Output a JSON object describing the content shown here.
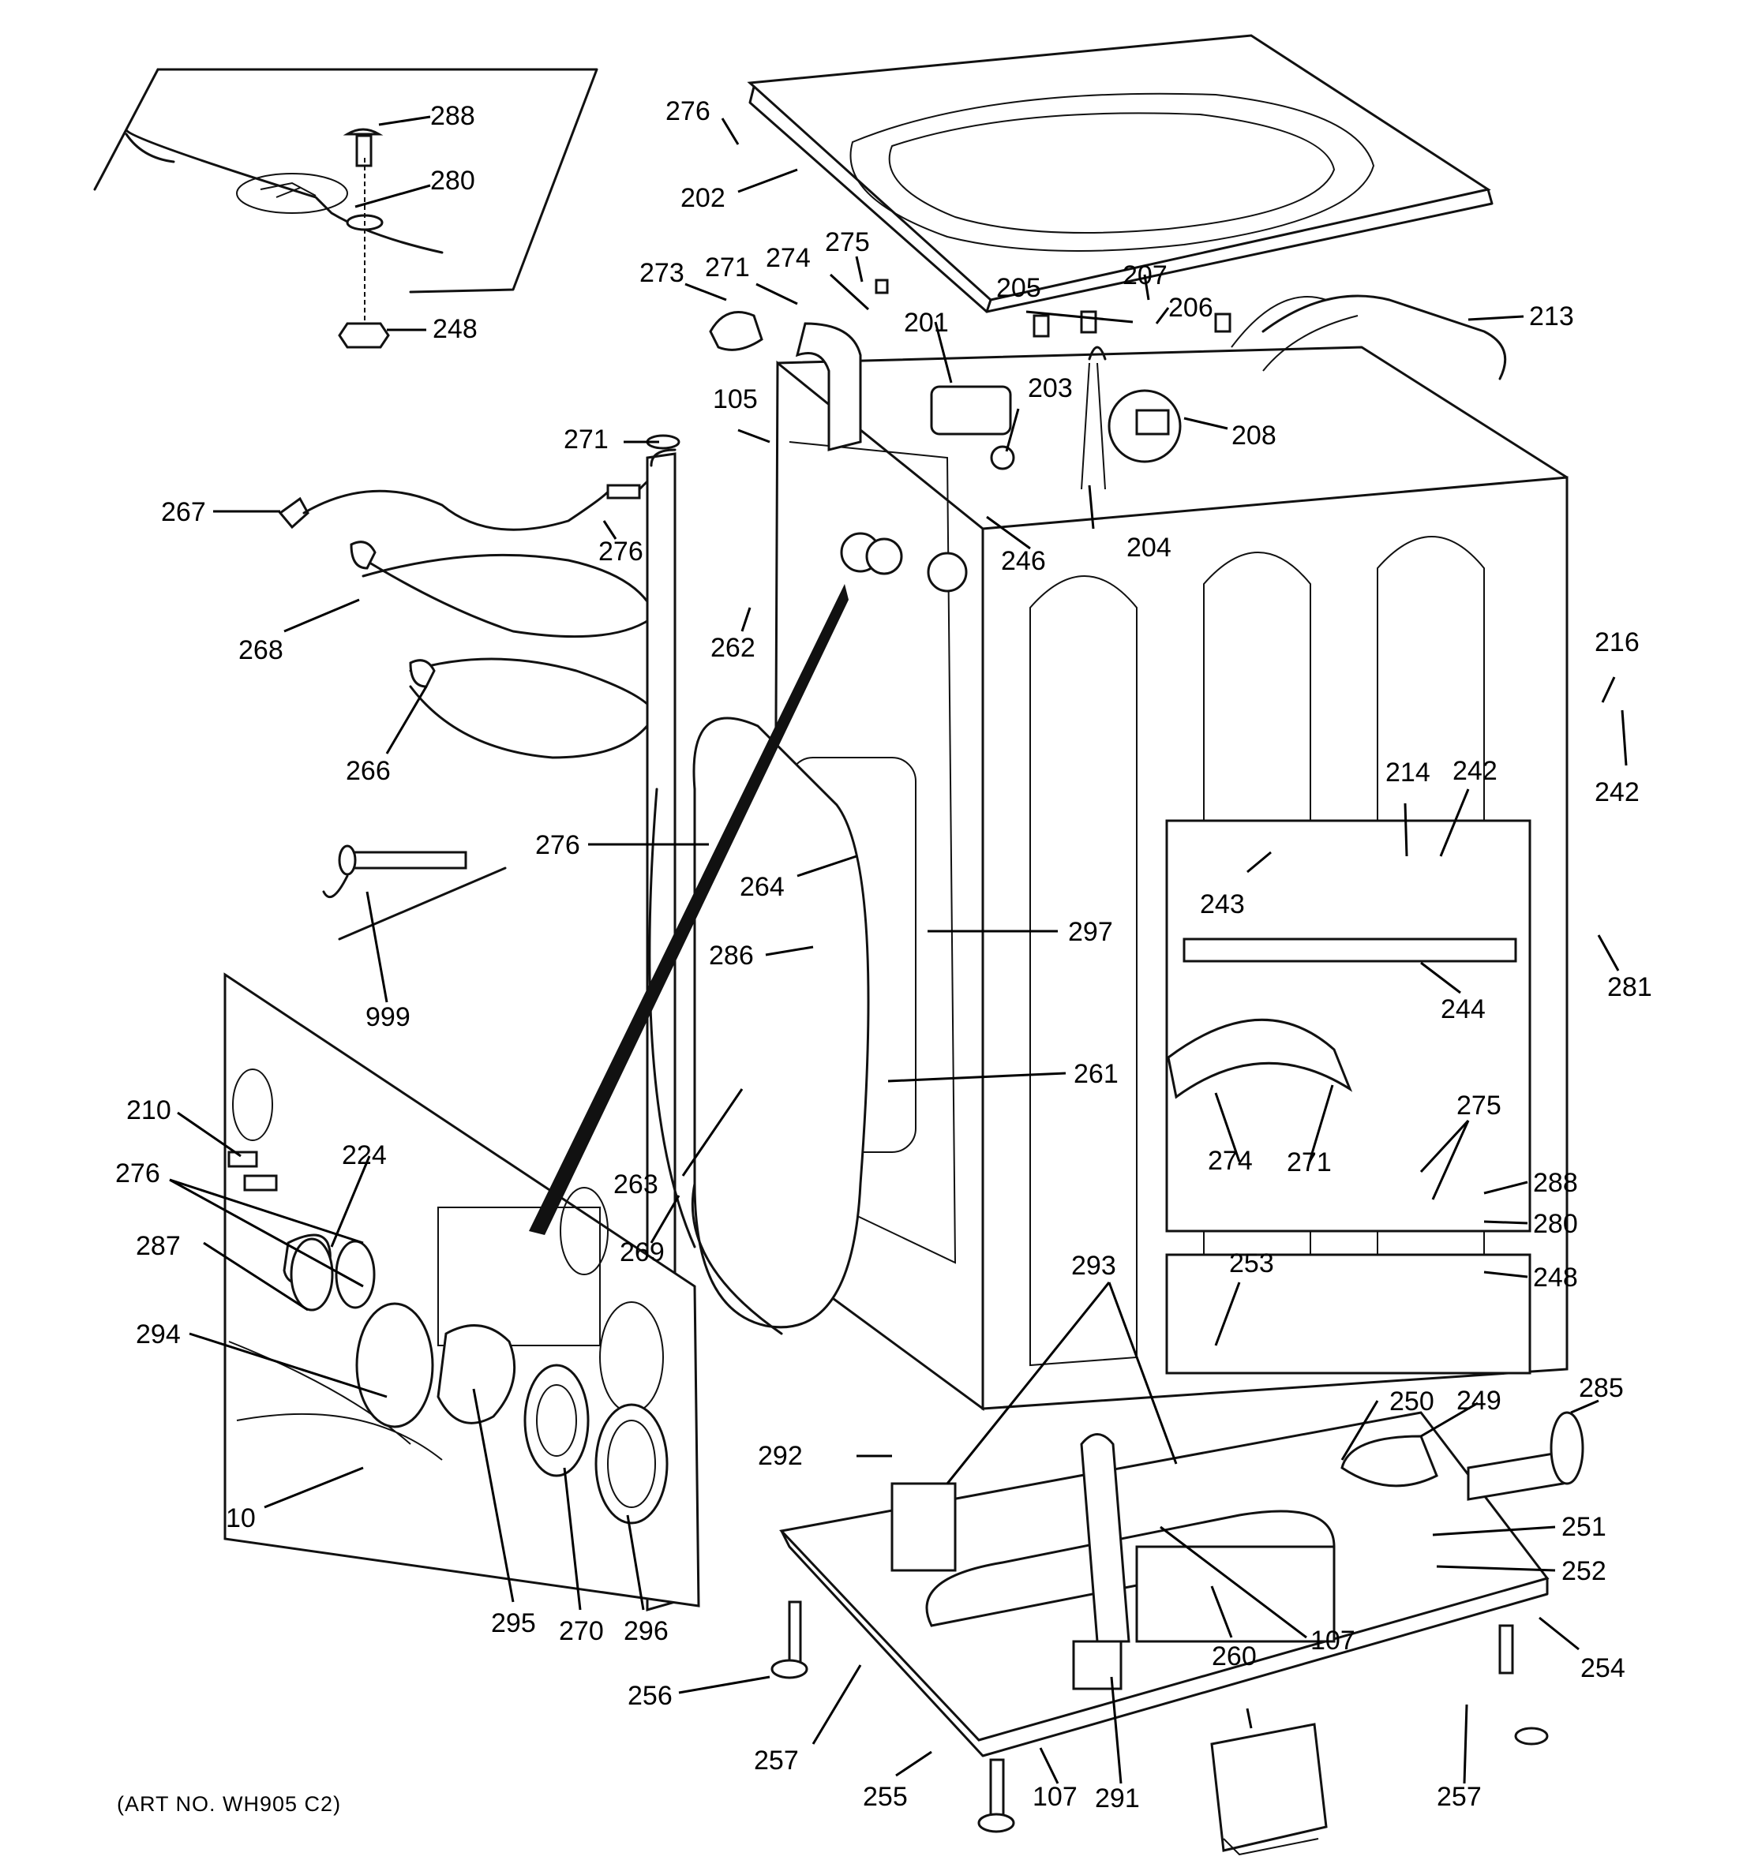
{
  "art_number": "(ART NO. WH905 C2)",
  "callouts": [
    {
      "id": "c288a",
      "text": "288"
    },
    {
      "id": "c280a",
      "text": "280"
    },
    {
      "id": "c248a",
      "text": "248"
    },
    {
      "id": "c276a",
      "text": "276"
    },
    {
      "id": "c202",
      "text": "202"
    },
    {
      "id": "c273",
      "text": "273"
    },
    {
      "id": "c271a",
      "text": "271"
    },
    {
      "id": "c274a",
      "text": "274"
    },
    {
      "id": "c275a",
      "text": "275"
    },
    {
      "id": "c207",
      "text": "207"
    },
    {
      "id": "c205",
      "text": "205"
    },
    {
      "id": "c206",
      "text": "206"
    },
    {
      "id": "c213",
      "text": "213"
    },
    {
      "id": "c201",
      "text": "201"
    },
    {
      "id": "c203",
      "text": "203"
    },
    {
      "id": "c208",
      "text": "208"
    },
    {
      "id": "c105",
      "text": "105"
    },
    {
      "id": "c271b",
      "text": "271"
    },
    {
      "id": "c267",
      "text": "267"
    },
    {
      "id": "c276b",
      "text": "276"
    },
    {
      "id": "c246",
      "text": "246"
    },
    {
      "id": "c204",
      "text": "204"
    },
    {
      "id": "c268",
      "text": "268"
    },
    {
      "id": "c262",
      "text": "262"
    },
    {
      "id": "c216",
      "text": "216"
    },
    {
      "id": "c242a",
      "text": "242"
    },
    {
      "id": "c266",
      "text": "266"
    },
    {
      "id": "c214",
      "text": "214"
    },
    {
      "id": "c242b",
      "text": "242"
    },
    {
      "id": "c276c",
      "text": "276"
    },
    {
      "id": "c264",
      "text": "264"
    },
    {
      "id": "c243",
      "text": "243"
    },
    {
      "id": "c297",
      "text": "297"
    },
    {
      "id": "c286",
      "text": "286"
    },
    {
      "id": "c281",
      "text": "281"
    },
    {
      "id": "c244",
      "text": "244"
    },
    {
      "id": "c999",
      "text": "999"
    },
    {
      "id": "c261",
      "text": "261"
    },
    {
      "id": "c210",
      "text": "210"
    },
    {
      "id": "c275b",
      "text": "275"
    },
    {
      "id": "c224",
      "text": "224"
    },
    {
      "id": "c276d",
      "text": "276"
    },
    {
      "id": "c274b",
      "text": "274"
    },
    {
      "id": "c271c",
      "text": "271"
    },
    {
      "id": "c263",
      "text": "263"
    },
    {
      "id": "c288b",
      "text": "288"
    },
    {
      "id": "c280b",
      "text": "280"
    },
    {
      "id": "c269",
      "text": "269"
    },
    {
      "id": "c287",
      "text": "287"
    },
    {
      "id": "c293",
      "text": "293"
    },
    {
      "id": "c253",
      "text": "253"
    },
    {
      "id": "c248b",
      "text": "248"
    },
    {
      "id": "c294",
      "text": "294"
    },
    {
      "id": "c250",
      "text": "250"
    },
    {
      "id": "c249",
      "text": "249"
    },
    {
      "id": "c285",
      "text": "285"
    },
    {
      "id": "c292",
      "text": "292"
    },
    {
      "id": "c10",
      "text": "10"
    },
    {
      "id": "c251",
      "text": "251"
    },
    {
      "id": "c252",
      "text": "252"
    },
    {
      "id": "c295",
      "text": "295"
    },
    {
      "id": "c270",
      "text": "270"
    },
    {
      "id": "c296",
      "text": "296"
    },
    {
      "id": "c107a",
      "text": "107"
    },
    {
      "id": "c260",
      "text": "260"
    },
    {
      "id": "c254",
      "text": "254"
    },
    {
      "id": "c256",
      "text": "256"
    },
    {
      "id": "c257a",
      "text": "257"
    },
    {
      "id": "c291",
      "text": "291"
    },
    {
      "id": "c255",
      "text": "255"
    },
    {
      "id": "c107b",
      "text": "107"
    },
    {
      "id": "c257b",
      "text": "257"
    }
  ]
}
